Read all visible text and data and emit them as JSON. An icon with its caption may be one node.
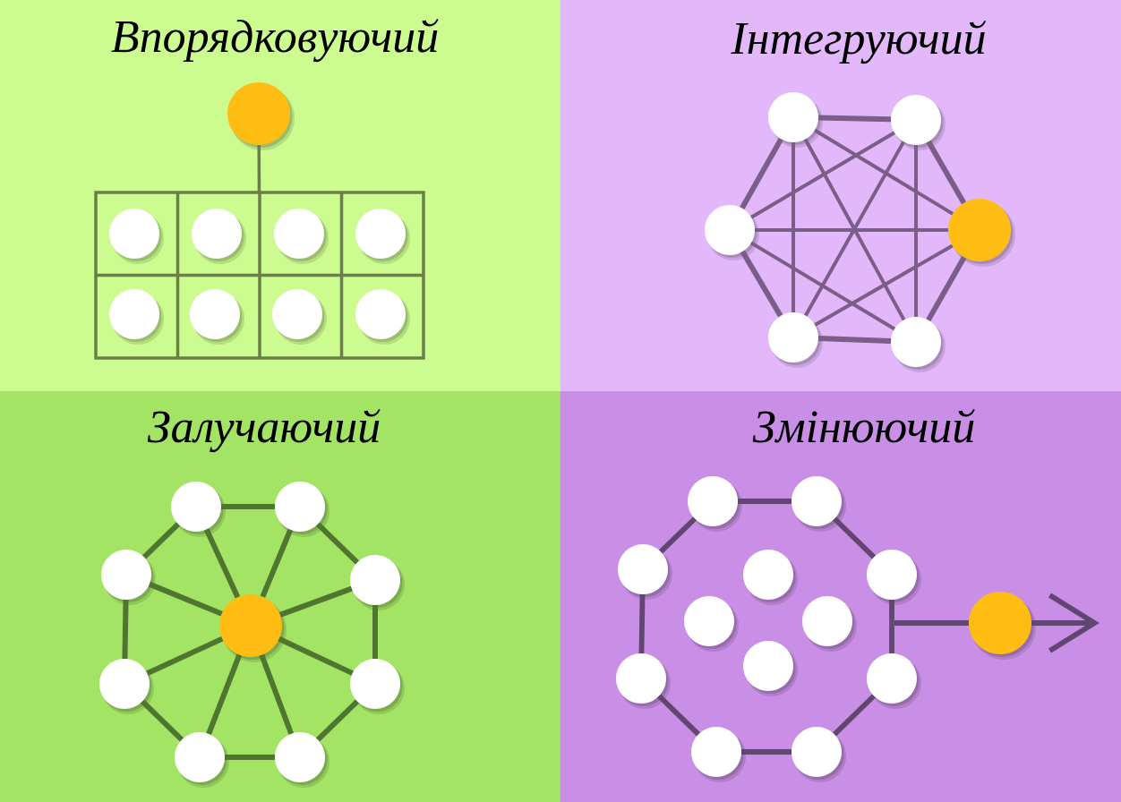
{
  "diagram": {
    "nodes": [
      {
        "text": [
          "Впорядковуючий"
        ]
      },
      {
        "text": [],
        "shape": "circle",
        "in": 0
      },
      {
        "text": [],
        "shape": "box",
        "in": 0
      },
      {
        "text": [],
        "shape": "circle",
        "in": 2
      },
      {
        "text": [],
        "shape": "circle",
        "in": 2
      },
      {
        "text": [],
        "shape": "circle",
        "in": 2
      },
      {
        "text": [],
        "shape": "circle",
        "in": 2
      },
      {
        "text": [],
        "shape": "circle",
        "in": 2
      },
      {
        "text": [],
        "shape": "circle",
        "in": 2
      },
      {
        "text": [],
        "shape": "circle",
        "in": 2
      },
      {
        "text": [],
        "shape": "circle",
        "in": 2
      },
      {
        "text": [
          "Інтегруючий"
        ]
      },
      {
        "text": [],
        "shape": "circle",
        "in": 11
      },
      {
        "text": [],
        "shape": "circle",
        "in": 11
      },
      {
        "text": [],
        "shape": "circle",
        "in": 11
      },
      {
        "text": [],
        "shape": "circle",
        "in": 11
      },
      {
        "text": [],
        "shape": "circle",
        "in": 11
      },
      {
        "text": [],
        "shape": "circle",
        "in": 11
      },
      {
        "text": [
          "Залучаючий"
        ]
      },
      {
        "text": [],
        "shape": "circle",
        "in": 18
      },
      {
        "text": [],
        "shape": "circle",
        "in": 18
      },
      {
        "text": [],
        "shape": "circle",
        "in": 18
      },
      {
        "text": [],
        "shape": "circle",
        "in": 18
      },
      {
        "text": [],
        "shape": "circle",
        "in": 18
      },
      {
        "text": [],
        "shape": "circle",
        "in": 18
      },
      {
        "text": [],
        "shape": "circle",
        "in": 18
      },
      {
        "text": [],
        "shape": "circle",
        "in": 18
      },
      {
        "text": [],
        "shape": "circle",
        "in": 18
      },
      {
        "text": [
          "Змінюючий"
        ]
      },
      {
        "text": [],
        "shape": "circle",
        "in": 28
      },
      {
        "text": [],
        "shape": "circle",
        "in": 28
      },
      {
        "text": [],
        "shape": "circle",
        "in": 28
      },
      {
        "text": [],
        "shape": "circle",
        "in": 28
      },
      {
        "text": [],
        "shape": "circle",
        "in": 28
      },
      {
        "text": [],
        "shape": "circle",
        "in": 28
      },
      {
        "text": [],
        "shape": "circle",
        "in": 28
      },
      {
        "text": [],
        "shape": "circle",
        "in": 28
      },
      {
        "text": [],
        "shape": "circle",
        "in": 28
      },
      {
        "text": [],
        "shape": "circle",
        "in": 28
      },
      {
        "text": [],
        "shape": "circle",
        "in": 28
      },
      {
        "text": [],
        "shape": "circle",
        "in": 28
      },
      {
        "text": [],
        "shape": "circle",
        "in": 28
      }
    ],
    "edges": [
      {
        "from": 1,
        "to": 2,
        "arrow": "none",
        "color": "#6a7f48"
      },
      {
        "from": 12,
        "to": 13,
        "arrow": "none",
        "color": "#7a5e88"
      },
      {
        "from": 13,
        "to": 15,
        "arrow": "none",
        "color": "#7a5e88"
      },
      {
        "from": 15,
        "to": 17,
        "arrow": "none",
        "color": "#7a5e88"
      },
      {
        "from": 17,
        "to": 16,
        "arrow": "none",
        "color": "#7a5e88"
      },
      {
        "from": 16,
        "to": 14,
        "arrow": "none",
        "color": "#7a5e88"
      },
      {
        "from": 14,
        "to": 12,
        "arrow": "none",
        "color": "#7a5e88"
      },
      {
        "from": 12,
        "to": 15,
        "arrow": "none",
        "color": "#7a5e88"
      },
      {
        "from": 12,
        "to": 16,
        "arrow": "none",
        "color": "#7a5e88"
      },
      {
        "from": 12,
        "to": 17,
        "arrow": "none",
        "color": "#7a5e88"
      },
      {
        "from": 13,
        "to": 14,
        "arrow": "none",
        "color": "#7a5e88"
      },
      {
        "from": 13,
        "to": 16,
        "arrow": "none",
        "color": "#7a5e88"
      },
      {
        "from": 13,
        "to": 17,
        "arrow": "none",
        "color": "#7a5e88"
      },
      {
        "from": 14,
        "to": 15,
        "arrow": "none",
        "color": "#7a5e88"
      },
      {
        "from": 14,
        "to": 17,
        "arrow": "none",
        "color": "#7a5e88"
      },
      {
        "from": 15,
        "to": 16,
        "arrow": "none",
        "color": "#7a5e88"
      },
      {
        "from": 19,
        "to": 20,
        "arrow": "none"
      },
      {
        "from": 20,
        "to": 22,
        "arrow": "none"
      },
      {
        "from": 22,
        "to": 25,
        "arrow": "none"
      },
      {
        "from": 25,
        "to": 27,
        "arrow": "none"
      },
      {
        "from": 27,
        "to": 26,
        "arrow": "none"
      },
      {
        "from": 26,
        "to": 24,
        "arrow": "none"
      },
      {
        "from": 24,
        "to": 21,
        "arrow": "none"
      },
      {
        "from": 21,
        "to": 19,
        "arrow": "none"
      },
      {
        "from": 23,
        "to": 19,
        "arrow": "none"
      },
      {
        "from": 23,
        "to": 20,
        "arrow": "none"
      },
      {
        "from": 23,
        "to": 21,
        "arrow": "none"
      },
      {
        "from": 23,
        "to": 22,
        "arrow": "none"
      },
      {
        "from": 23,
        "to": 24,
        "arrow": "none"
      },
      {
        "from": 23,
        "to": 25,
        "arrow": "none"
      },
      {
        "from": 23,
        "to": 26,
        "arrow": "none"
      },
      {
        "from": 23,
        "to": 27,
        "arrow": "none"
      },
      {
        "from": 29,
        "to": 30,
        "arrow": "none",
        "color": "#604670"
      },
      {
        "from": 30,
        "to": 33,
        "arrow": "none",
        "color": "#604670"
      },
      {
        "from": 33,
        "to": 39,
        "arrow": "none",
        "color": "#604670"
      },
      {
        "from": 39,
        "to": 41,
        "arrow": "none",
        "color": "#604670"
      },
      {
        "from": 41,
        "to": 40,
        "arrow": "none",
        "color": "#604670"
      },
      {
        "from": 40,
        "to": 38,
        "arrow": "none",
        "color": "#604670"
      },
      {
        "from": 38,
        "to": 31,
        "arrow": "none",
        "color": "#604670"
      },
      {
        "from": 31,
        "to": 29,
        "arrow": "none",
        "color": "#604670"
      },
      {
        "from": null,
        "to": 36,
        "arrow": "none",
        "color": "#604670"
      },
      {
        "from": 36,
        "to": null,
        "arrow": "to",
        "color": "#604670"
      }
    ]
  }
}
